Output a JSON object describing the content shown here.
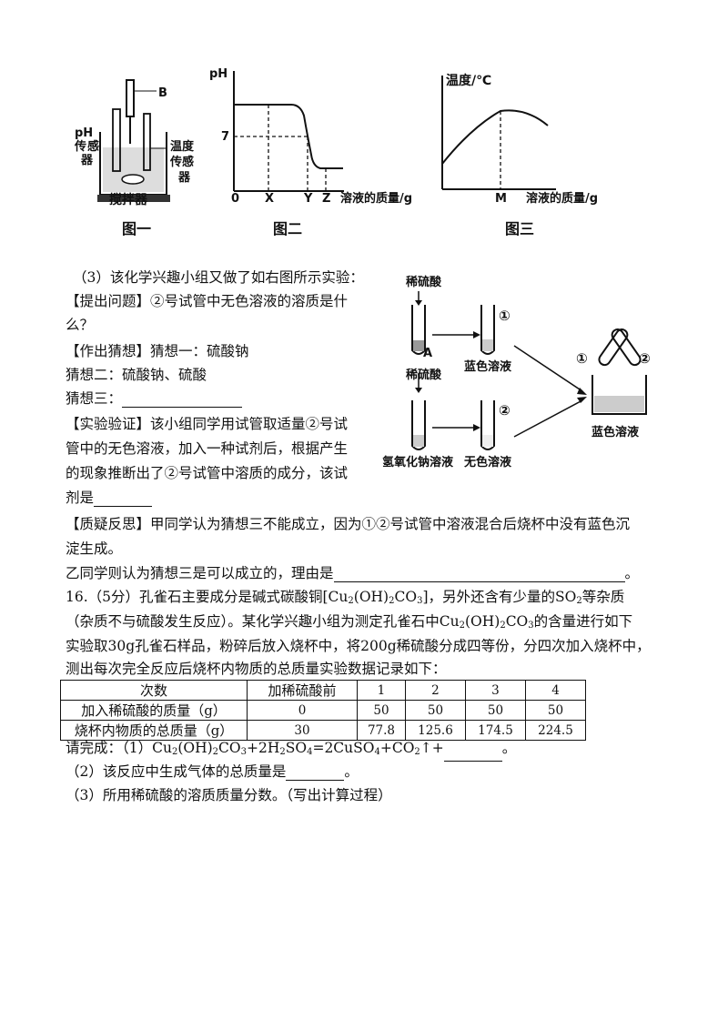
{
  "figures": {
    "fig1": {
      "caption": "图一",
      "label_b": "B",
      "label_ph": "pH",
      "label_sensor1": "传",
      "label_sensor2": "感",
      "label_sensor3": "器",
      "label_temp1": "温度",
      "label_temp2": "传感",
      "label_temp3": "器",
      "label_stirrer": "搅拌器"
    },
    "fig2": {
      "caption": "图二",
      "y_label": "pH",
      "y_tick": "7",
      "x_ticks": [
        "0",
        "X",
        "Y",
        "Z"
      ],
      "x_label": "溶液的质量/g"
    },
    "fig3": {
      "caption": "图三",
      "y_label": "温度/℃",
      "x_tick": "M",
      "x_label": "溶液的质量/g"
    },
    "fig4": {
      "acid_top": "稀硫酸",
      "marker_a": "A",
      "acid_mid": "稀硫酸",
      "tube1": "①",
      "tube1_label": "蓝色溶液",
      "tube2": "②",
      "naoh": "氢氧化钠溶液",
      "tube2_label": "无色溶液",
      "beaker_label": "蓝色溶液",
      "beaker_tube1": "①",
      "beaker_tube2": "②"
    }
  },
  "section3": {
    "line1": "（3）该化学兴趣小组又做了如右图所示实验：",
    "line2": "【提出问题】②号试管中无色溶液的溶质是什",
    "line3": "么？",
    "line4": "【作出猜想】猜想一：硫酸钠",
    "line5": "猜想二：硫酸钠、硫酸",
    "line6": "猜想三：",
    "line7": "【实验验证】该小组同学用试管取适量②号试",
    "line8": "管中的无色溶液，加入一种试剂后，根据产生",
    "line9": "的现象推断出了②号试管中溶质的成分，该试",
    "line10": "剂是",
    "line11": "【质疑反思】甲同学认为猜想三不能成立，因为①②号试管中溶液混合后烧杯中没有蓝色沉",
    "line12": "淀生成。",
    "line13": "乙同学则认为猜想三是可以成立的，理由是",
    "line13_end": "。"
  },
  "q16": {
    "line1_a": "16.（5分）孔雀石主要成分是碱式碳酸铜[Cu",
    "line1_b": "(OH)",
    "line1_c": "CO",
    "line1_d": "]，另外还含有少量的SO",
    "line1_e": "等杂质",
    "line2_a": "（杂质不与硫酸发生反应）。某化学兴趣小组为测定孔雀石中Cu",
    "line2_b": "(OH)",
    "line2_c": "CO",
    "line2_d": "的含量进行如下",
    "line3": "实验取30g孔雀石样品，粉碎后放入烧杯中，将200g稀硫酸分成四等份，分四次加入烧杯中，",
    "line4": "测出每次完全反应后烧杯内物质的总质量实验数据记录如下：",
    "table": {
      "header": [
        "次数",
        "加稀硫酸前",
        "1",
        "2",
        "3",
        "4"
      ],
      "row1": [
        "加入稀硫酸的质量（g）",
        "0",
        "50",
        "50",
        "50",
        "50"
      ],
      "row2": [
        "烧杯内物质的总质量（g）",
        "30",
        "77.8",
        "125.6",
        "174.5",
        "224.5"
      ]
    },
    "q1_a": "请完成：（1）Cu",
    "q1_b": "(OH)",
    "q1_c": "CO",
    "q1_d": "+2H",
    "q1_e": "SO",
    "q1_f": "=2CuSO",
    "q1_g": "+CO",
    "q1_h": "↑+",
    "q1_end": "。",
    "q2": "（2）该反应中生成气体的总质量是",
    "q2_end": "。",
    "q3": "（3）所用稀硫酸的溶质质量分数。（写出计算过程）",
    "sub2": "2",
    "sub3": "3",
    "sub4": "4"
  }
}
